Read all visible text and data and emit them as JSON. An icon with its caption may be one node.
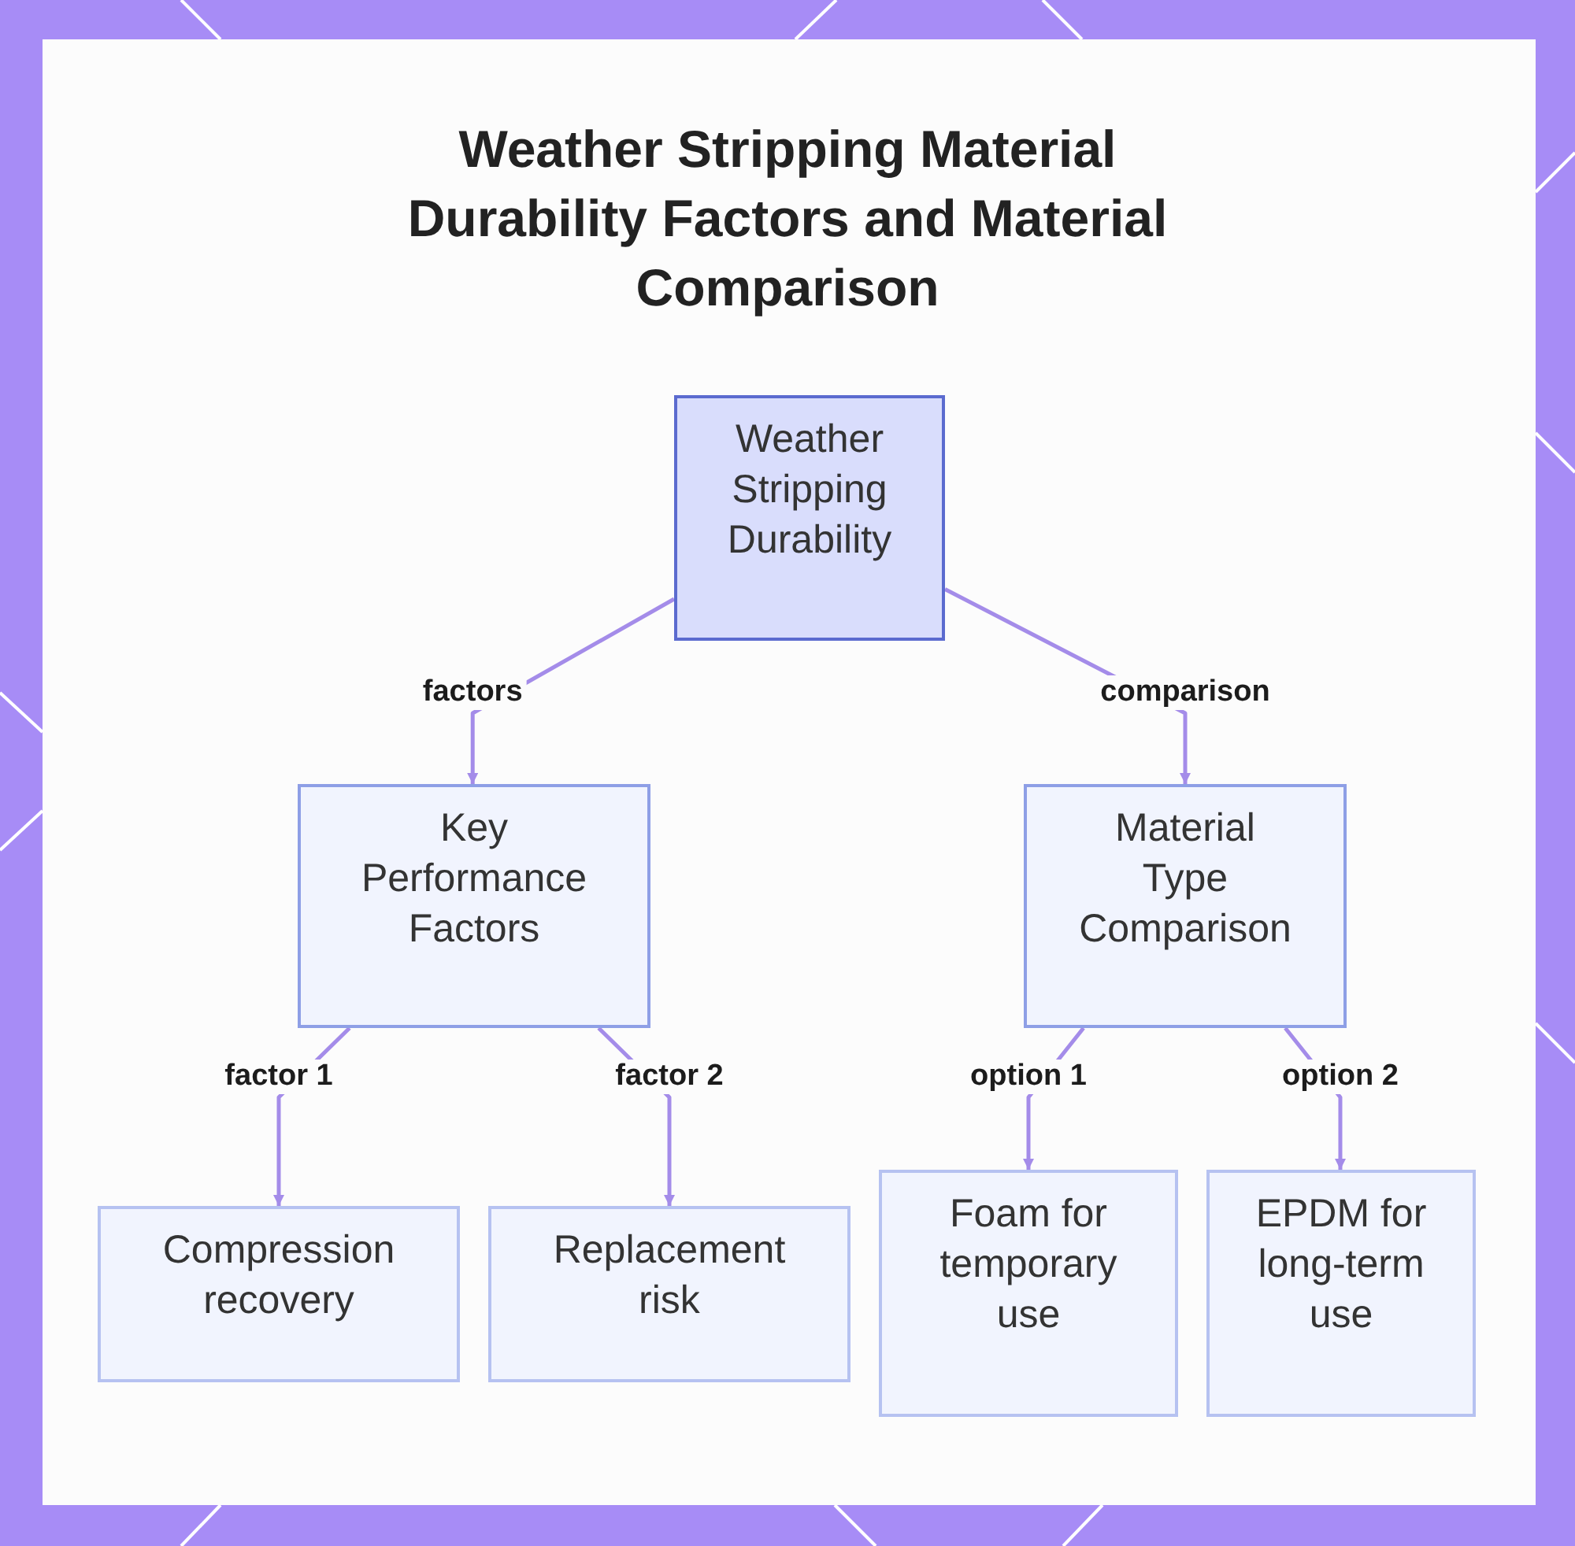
{
  "diagram": {
    "title": "Weather Stripping Material Durability Factors and Material Comparison",
    "nodes": [
      {
        "text": [
          "Weather Stripping Durability"
        ]
      },
      {
        "text": [
          "Key Performance Factors"
        ]
      },
      {
        "text": [
          "Material Type Comparison"
        ]
      },
      {
        "text": [
          "Compression recovery"
        ]
      },
      {
        "text": [
          "Replacement risk"
        ]
      },
      {
        "text": [
          "Foam for temporary use"
        ]
      },
      {
        "text": [
          "EPDM for long-term use"
        ]
      }
    ],
    "edges": [
      {
        "from": 0,
        "to": 1,
        "arrow": "to",
        "label": "factors"
      },
      {
        "from": 0,
        "to": 2,
        "arrow": "to",
        "label": "comparison"
      },
      {
        "from": 1,
        "to": 3,
        "arrow": "to",
        "label": "factor 1"
      },
      {
        "from": 1,
        "to": 4,
        "arrow": "to",
        "label": "factor 2"
      },
      {
        "from": 2,
        "to": 5,
        "arrow": "to",
        "label": "option 1"
      },
      {
        "from": 2,
        "to": 6,
        "arrow": "to",
        "label": "option 2"
      }
    ]
  }
}
